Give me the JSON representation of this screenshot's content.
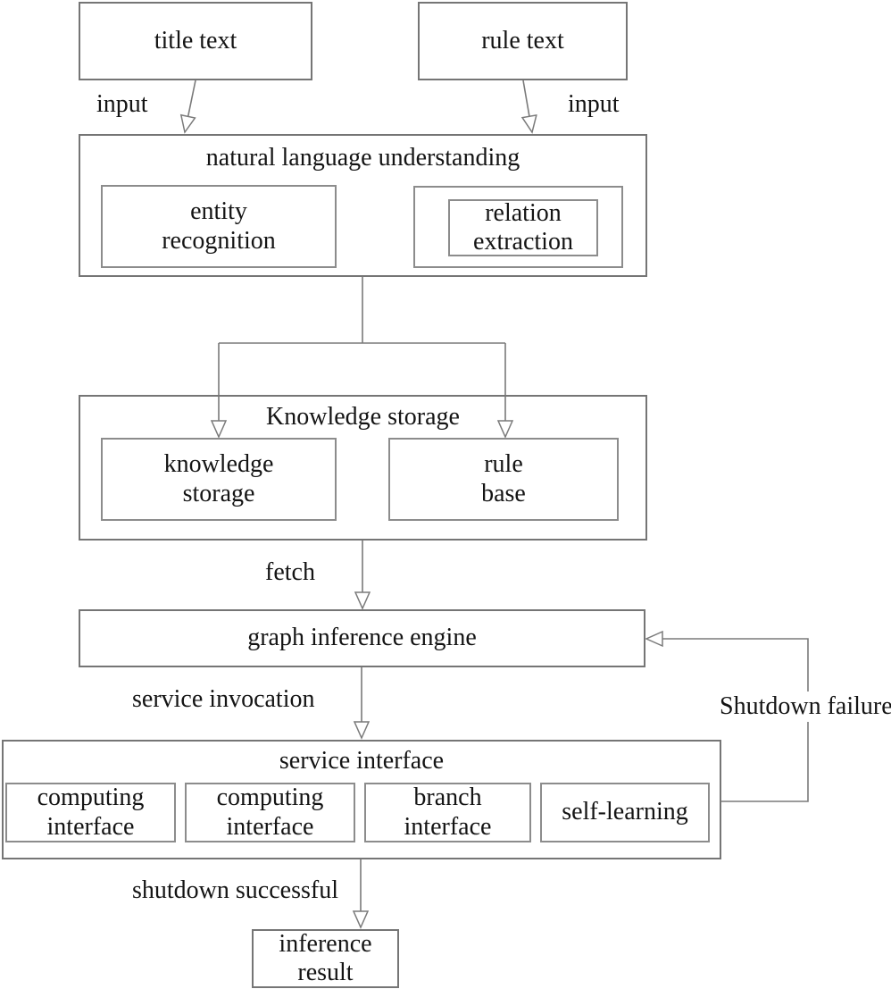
{
  "figure": {
    "background": "#ffffff",
    "colors": {
      "line": "#7a7a7a",
      "outer_border": "#757575",
      "inner_border": "#8c8c8c",
      "text": "#141414"
    },
    "nodes": {
      "title_text": "title text",
      "rule_text": "rule text",
      "nlu_title": "natural language understanding",
      "entity_recognition": "entity\nrecognition",
      "relation_extraction": "relation\nextraction",
      "knowledge_storage_title": "Knowledge storage",
      "knowledge_storage": "knowledge\nstorage",
      "rule_base": "rule\nbase",
      "graph_inference_engine": "graph inference engine",
      "service_interface_title": "service interface",
      "computing_interface_1": "computing\ninterface",
      "computing_interface_2": "computing\ninterface",
      "branch_interface": "branch\ninterface",
      "self_learning": "self-learning",
      "inference_result": "inference\nresult"
    },
    "edge_labels": {
      "input_left": "input",
      "input_right": "input",
      "fetch": "fetch",
      "service_invocation": "service invocation",
      "shutdown_failure": "Shutdown failure",
      "shutdown_successful": "shutdown successful"
    }
  }
}
